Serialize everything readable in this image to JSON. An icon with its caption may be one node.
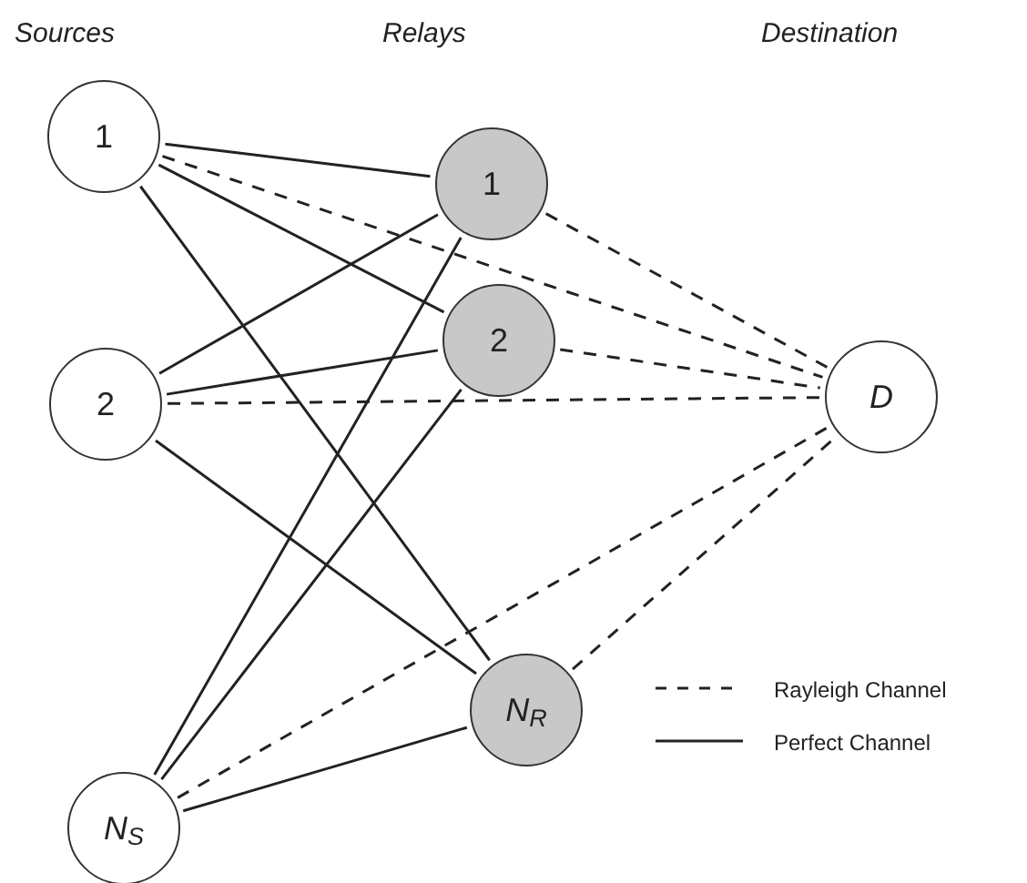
{
  "diagram": {
    "nodes": [
      {
        "text": [
          "1"
        ]
      },
      {
        "text": [
          "2"
        ]
      },
      {
        "text": [
          "N$_{S}$"
        ]
      },
      {
        "text": [
          "1"
        ]
      },
      {
        "text": [
          "2"
        ]
      },
      {
        "text": [
          "N$_{R}$"
        ]
      },
      {
        "text": [
          "D"
        ]
      }
    ],
    "edges": [
      {
        "from": 0,
        "to": 3,
        "arrow": "none"
      },
      {
        "from": 0,
        "to": 4,
        "arrow": "none"
      },
      {
        "from": 0,
        "to": 5,
        "arrow": "none"
      },
      {
        "from": 0,
        "to": 6,
        "arrow": "none",
        "style": "dashed"
      },
      {
        "from": 1,
        "to": 3,
        "arrow": "none"
      },
      {
        "from": 1,
        "to": 4,
        "arrow": "none"
      },
      {
        "from": 1,
        "to": 5,
        "arrow": "none"
      },
      {
        "from": 1,
        "to": 6,
        "arrow": "none",
        "style": "dashed"
      },
      {
        "from": 2,
        "to": 3,
        "arrow": "none"
      },
      {
        "from": 2,
        "to": 4,
        "arrow": "none"
      },
      {
        "from": 2,
        "to": 5,
        "arrow": "none"
      },
      {
        "from": 2,
        "to": 6,
        "arrow": "none",
        "style": "dashed"
      },
      {
        "from": 3,
        "to": 6,
        "arrow": "none",
        "style": "dashed"
      },
      {
        "from": 4,
        "to": 6,
        "arrow": "none",
        "style": "dashed"
      },
      {
        "from": 5,
        "to": 6,
        "arrow": "none",
        "style": "dashed"
      }
    ],
    "labels": [
      "Sources",
      "Relays",
      "Destination"
    ],
    "legend": [
      {
        "text": "Rayleigh Channel"
      },
      {
        "text": "Perfect Channel"
      }
    ]
  }
}
